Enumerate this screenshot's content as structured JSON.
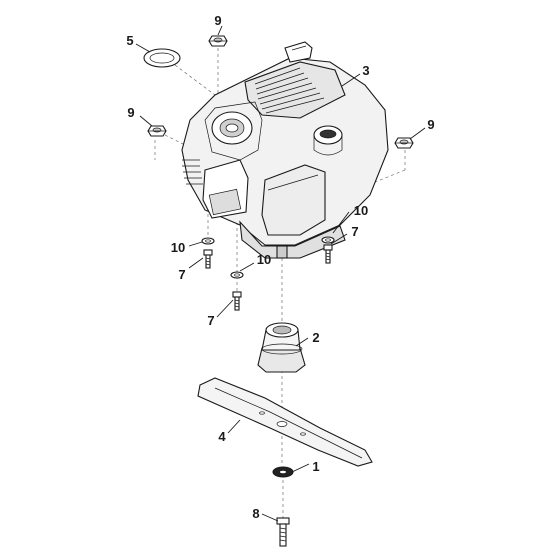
{
  "diagram": {
    "callouts": [
      {
        "id": "c9_top",
        "label": "9"
      },
      {
        "id": "c5",
        "label": "5"
      },
      {
        "id": "c3",
        "label": "3"
      },
      {
        "id": "c9_left",
        "label": "9"
      },
      {
        "id": "c9_right",
        "label": "9"
      },
      {
        "id": "c10_right",
        "label": "10"
      },
      {
        "id": "c7_right",
        "label": "7"
      },
      {
        "id": "c10_left",
        "label": "10"
      },
      {
        "id": "c7_left",
        "label": "7"
      },
      {
        "id": "c10_mid",
        "label": "10"
      },
      {
        "id": "c7_mid",
        "label": "7"
      },
      {
        "id": "c2",
        "label": "2"
      },
      {
        "id": "c4",
        "label": "4"
      },
      {
        "id": "c1",
        "label": "1"
      },
      {
        "id": "c8",
        "label": "8"
      }
    ]
  }
}
